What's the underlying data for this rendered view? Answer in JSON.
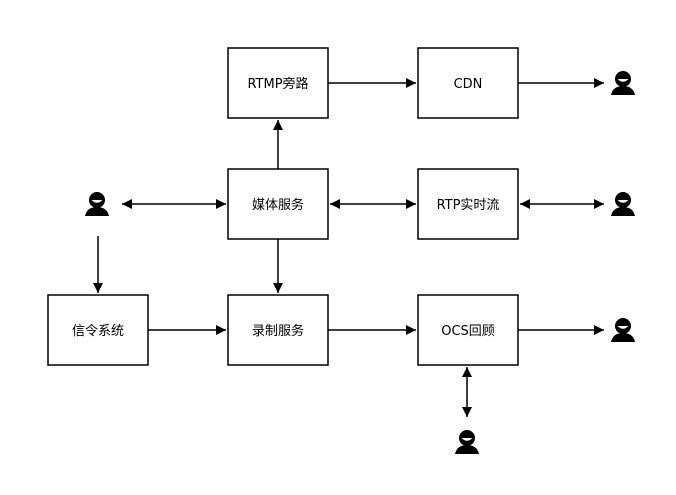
{
  "nodes": {
    "rtmp_bypass": "RTMP旁路",
    "cdn": "CDN",
    "media_service": "媒体服务",
    "rtp_stream": "RTP实时流",
    "signaling": "信令系统",
    "recording": "录制服务",
    "ocs_playback": "OCS回顾"
  },
  "icons": {
    "user": "user-icon"
  },
  "colors": {
    "stroke": "#000000",
    "background": "#ffffff"
  }
}
